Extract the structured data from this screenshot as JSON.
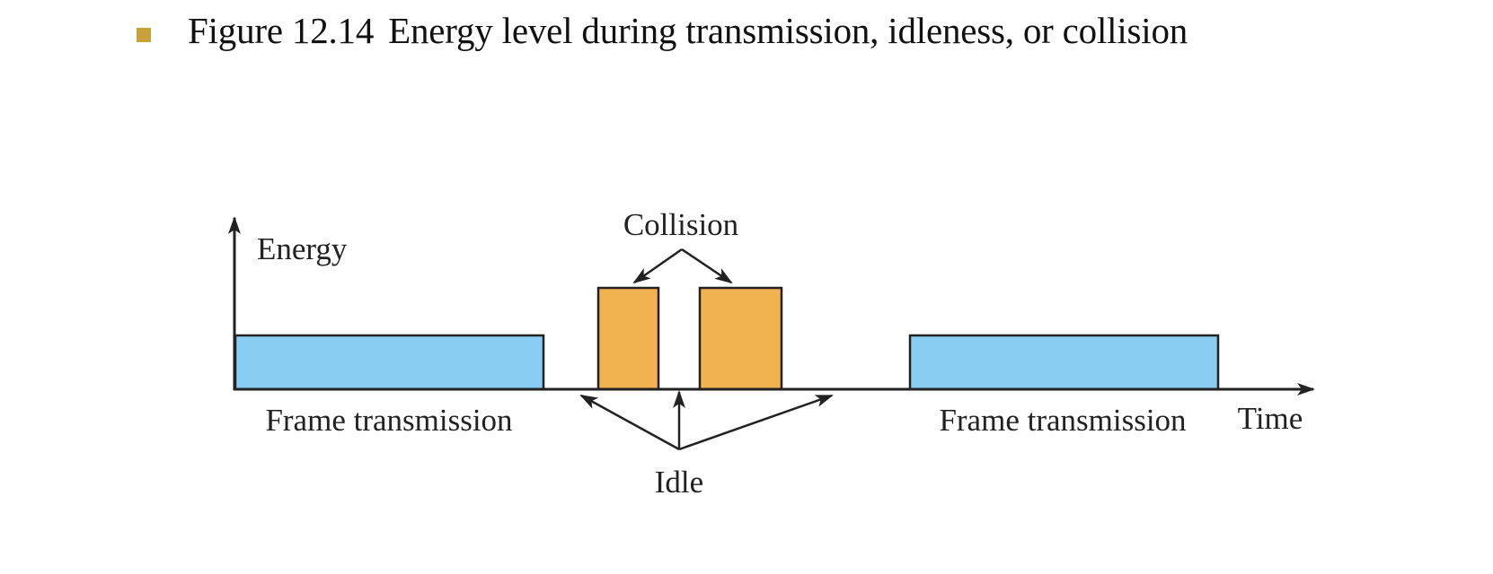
{
  "heading": {
    "bullet_color": "#C9A13B",
    "figure_number": "Figure 12.14",
    "title": "Energy level during transmission, idleness, or collision"
  },
  "diagram": {
    "y_axis_label": "Energy",
    "x_axis_label": "Time",
    "frame_label": "Frame transmission",
    "collision_label": "Collision",
    "idle_label": "Idle",
    "colors": {
      "frame_fill": "#88CDF1",
      "collision_fill": "#F1B350",
      "stroke": "#222222"
    }
  }
}
